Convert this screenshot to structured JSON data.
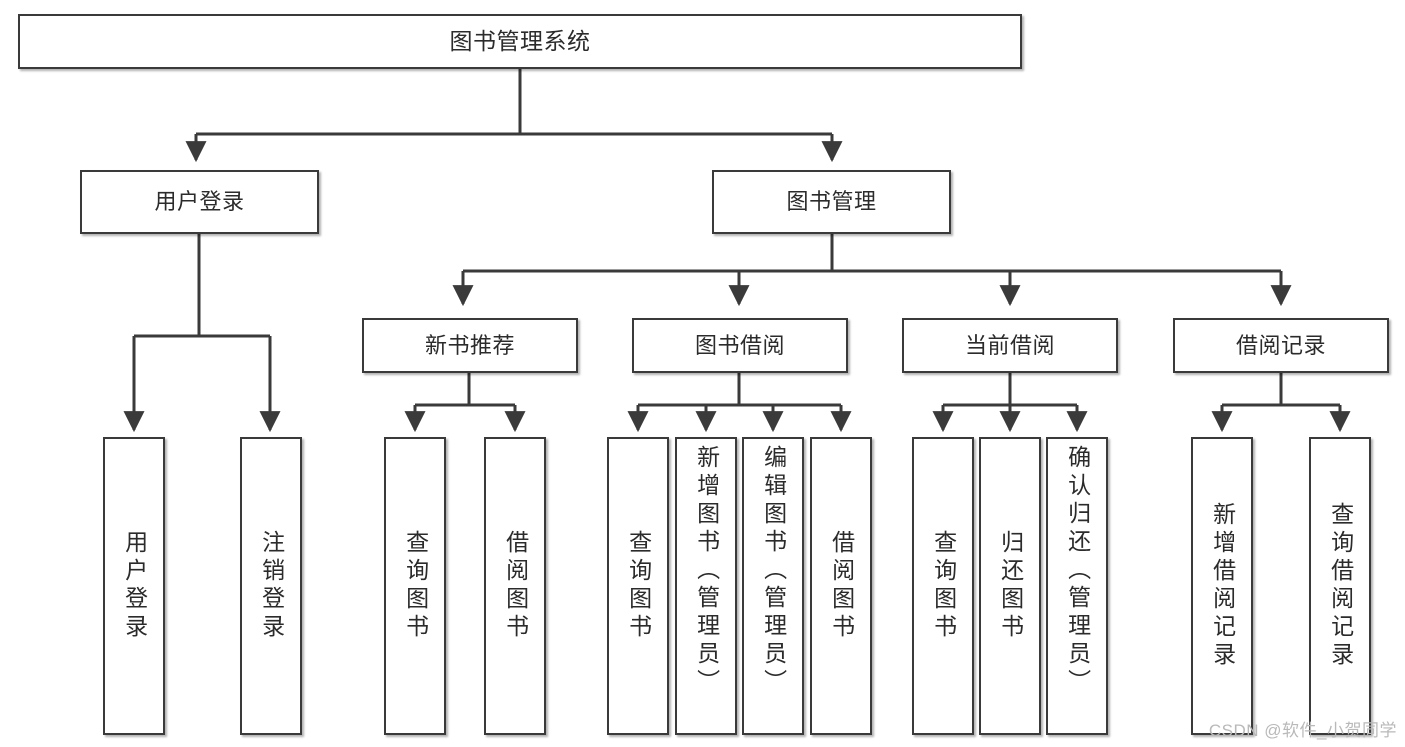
{
  "diagram": {
    "type": "tree-hierarchy-chart",
    "title": "图书管理系统",
    "colors": {
      "box_border": "#3a3a3a",
      "box_fill": "#ffffff",
      "edge": "#3a3a3a",
      "text": "#2b2b2b",
      "watermark": "#b9b9b9",
      "background": "#ffffff"
    },
    "root": {
      "label": "图书管理系统"
    },
    "level2": [
      {
        "label": "用户登录"
      },
      {
        "label": "图书管理"
      }
    ],
    "level3": [
      {
        "label": "新书推荐"
      },
      {
        "label": "图书借阅"
      },
      {
        "label": "当前借阅"
      },
      {
        "label": "借阅记录"
      }
    ],
    "leaves": {
      "user_login": [
        {
          "label": "用户登录"
        },
        {
          "label": "注销登录"
        }
      ],
      "new_book_recommend": [
        {
          "label": "查询图书"
        },
        {
          "label": "借阅图书"
        }
      ],
      "book_borrow": [
        {
          "label": "查询图书"
        },
        {
          "label": "新增图书（管理员）"
        },
        {
          "label": "编辑图书（管理员）"
        },
        {
          "label": "借阅图书"
        }
      ],
      "current_borrow": [
        {
          "label": "查询图书"
        },
        {
          "label": "归还图书"
        },
        {
          "label": "确认归还（管理员）"
        }
      ],
      "borrow_record": [
        {
          "label": "新增借阅记录"
        },
        {
          "label": "查询借阅记录"
        }
      ]
    }
  },
  "watermark": {
    "text": "CSDN @软件_小贺同学"
  }
}
